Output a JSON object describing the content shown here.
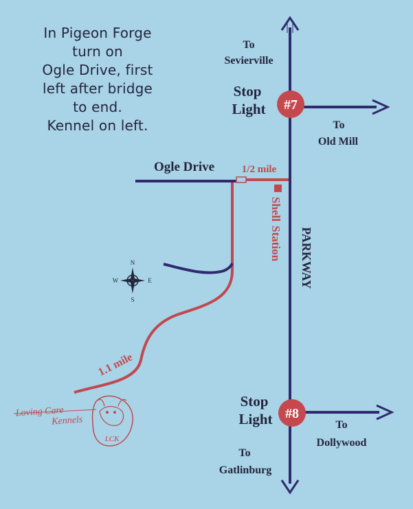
{
  "instructions": [
    "In Pigeon Forge",
    "turn on",
    "Ogle Drive, first",
    "left after bridge",
    "to end.",
    "Kennel on left."
  ],
  "labels": {
    "to_sevierville_1": "To",
    "to_sevierville_2": "Sevierville",
    "stop_light_7_a": "Stop",
    "stop_light_7_b": "Light",
    "badge_7": "#7",
    "to_old_mill_1": "To",
    "to_old_mill_2": "Old Mill",
    "ogle_drive": "Ogle Drive",
    "half_mile": "1/2 mile",
    "shell_station_1": "Shell",
    "shell_station_2": "Station",
    "parkway": "PARKWAY",
    "one_mile": "1.1 mile",
    "stop_light_8_a": "Stop",
    "stop_light_8_b": "Light",
    "badge_8": "#8",
    "to_dollywood_1": "To",
    "to_dollywood_2": "Dollywood",
    "to_gatlinburg_1": "To",
    "to_gatlinburg_2": "Gatlinburg",
    "compass_n": "N",
    "compass_s": "S",
    "compass_e": "E",
    "compass_w": "W",
    "logo_line1": "Loving Care",
    "logo_line2": "Kennels",
    "logo_initials": "LCK"
  },
  "colors": {
    "background": "#a9d3e6",
    "road_navy": "#2e2a6e",
    "route_red": "#c0494f",
    "badge_red": "#c4484d",
    "text_dark": "#23253d"
  }
}
